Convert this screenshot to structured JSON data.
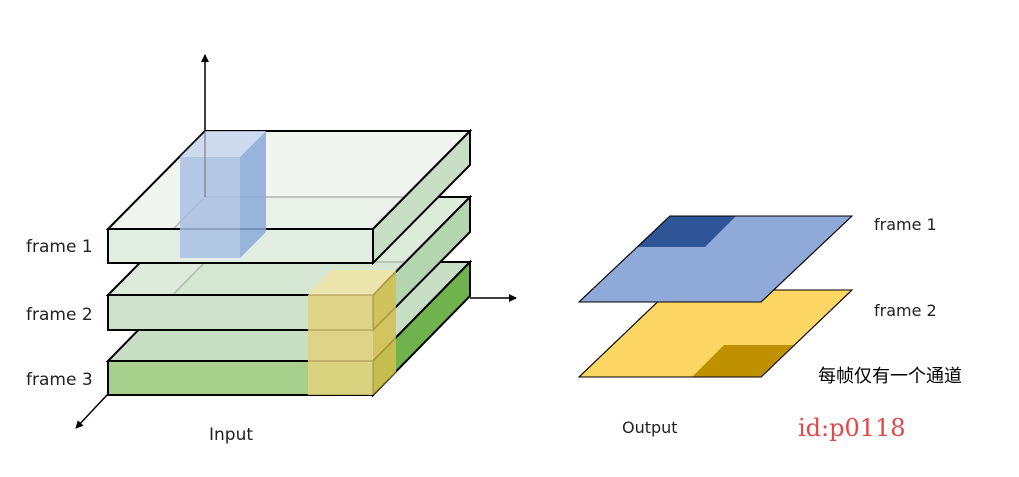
{
  "input": {
    "frames": [
      {
        "label": "frame 1",
        "top": "#ecf3ec",
        "front": "#e2eee1",
        "side": "#c8dfc6"
      },
      {
        "label": "frame 2",
        "top": "#d7e8d5",
        "front": "#cfe3cc",
        "side": "#b5d5b1"
      },
      {
        "label": "frame 3",
        "top": "#c9dfc5",
        "front": "#a7d08c",
        "side": "#6fb24e"
      }
    ],
    "caption": "Input",
    "kernel1": {
      "front": "#a9c0e3",
      "side": "#8aa9d8",
      "top": "#c8d6ee"
    },
    "kernel2": {
      "front": "#e2d27c",
      "side": "#d4c04f",
      "top": "#efe3a3"
    }
  },
  "output": {
    "frames": [
      {
        "label": "frame 1",
        "fill": "#8fa9d9",
        "accent": "#2f5597"
      },
      {
        "label": "frame 2",
        "fill": "#fdd664",
        "accent": "#bf9000"
      }
    ],
    "caption": "Output",
    "note": "每帧仅有一个通道"
  },
  "watermark": {
    "text": "id:p0118",
    "color": "#e0484a"
  },
  "axis_color": "#000000"
}
